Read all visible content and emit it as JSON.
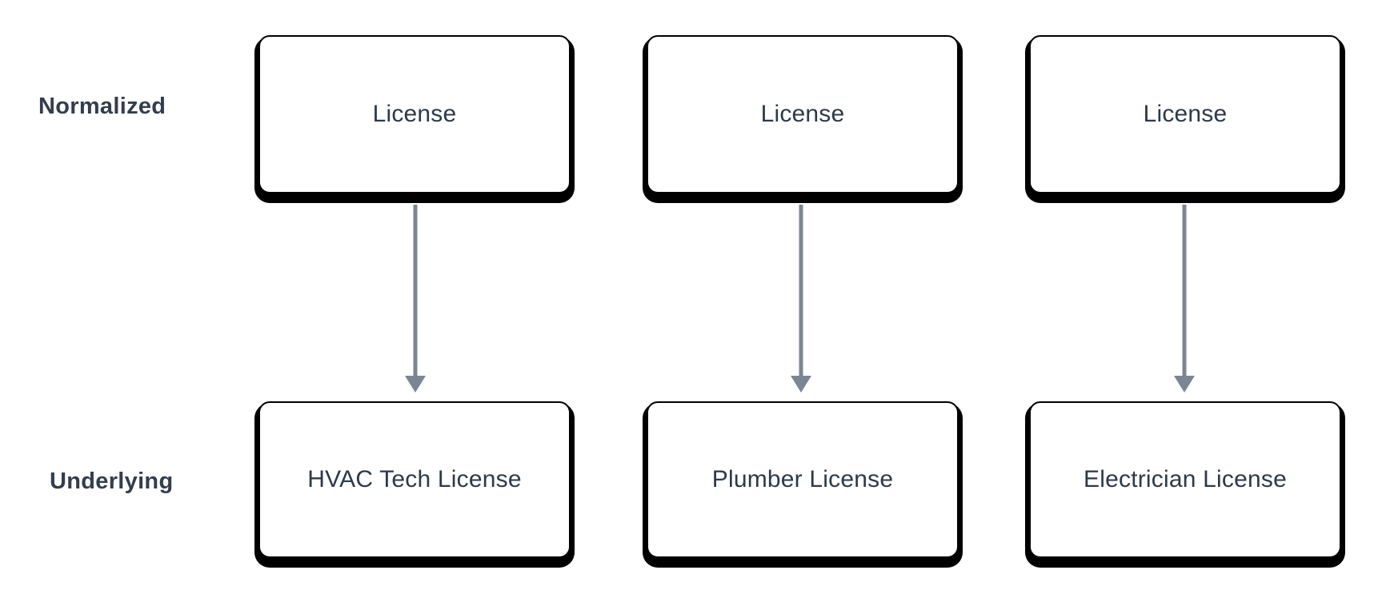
{
  "diagram": {
    "row_labels": [
      "Normalized",
      "Underlying"
    ],
    "columns": [
      {
        "normalized_label": "License",
        "underlying_label": "HVAC Tech License"
      },
      {
        "normalized_label": "License",
        "underlying_label": "Plumber License"
      },
      {
        "normalized_label": "License",
        "underlying_label": "Electrician License"
      }
    ],
    "colors": {
      "background": "#FFFFFF",
      "card_background": "#FFFFFF",
      "card_border": "#000000",
      "card_shadow": "#000000",
      "card_text": "#2C3A49",
      "row_label_text": "#333E4D",
      "arrow": "#7B8694"
    }
  }
}
